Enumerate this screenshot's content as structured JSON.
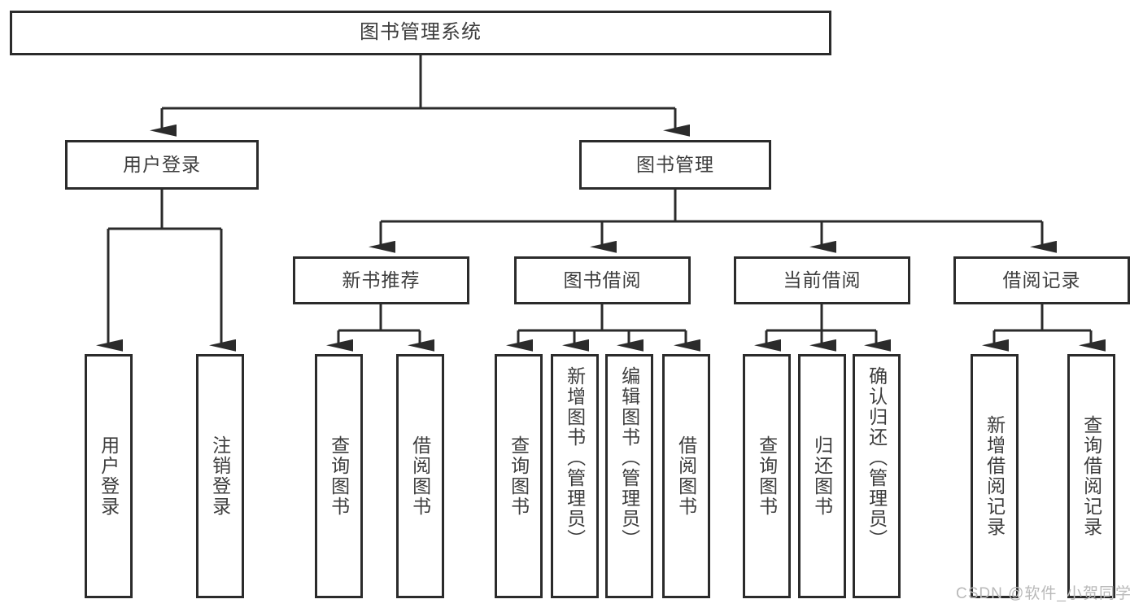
{
  "diagram": {
    "title": "图书管理系统",
    "watermark": "CSDN @软件_小贺同学",
    "line_color": "#2b2b2b",
    "text_color": "#3d3d3d",
    "background": "#ffffff",
    "watermark_color": "#b9b9b9"
  },
  "nodes": {
    "root": {
      "label": "图书管理系统"
    },
    "level1": [
      {
        "id": "user-login",
        "label": "用户登录"
      },
      {
        "id": "book-management",
        "label": "图书管理"
      }
    ],
    "level2": [
      {
        "id": "new-book-recommend",
        "label": "新书推荐"
      },
      {
        "id": "book-borrow",
        "label": "图书借阅"
      },
      {
        "id": "current-borrow",
        "label": "当前借阅"
      },
      {
        "id": "borrow-record",
        "label": "借阅记录"
      }
    ],
    "leaves": {
      "user_login": [
        {
          "id": "leaf-user-login",
          "label": "用户登录"
        },
        {
          "id": "leaf-user-logout",
          "label": "注销登录"
        }
      ],
      "new_book_recommend": [
        {
          "id": "leaf-query-book-1",
          "label": "查询图书"
        },
        {
          "id": "leaf-borrow-book-1",
          "label": "借阅图书"
        }
      ],
      "book_borrow": [
        {
          "id": "leaf-query-book-2",
          "label": "查询图书"
        },
        {
          "id": "leaf-add-book",
          "label": "新增图书（管理员）"
        },
        {
          "id": "leaf-edit-book",
          "label": "编辑图书（管理员）"
        },
        {
          "id": "leaf-borrow-book-2",
          "label": "借阅图书"
        }
      ],
      "current_borrow": [
        {
          "id": "leaf-query-book-3",
          "label": "查询图书"
        },
        {
          "id": "leaf-return-book",
          "label": "归还图书"
        },
        {
          "id": "leaf-confirm-return",
          "label": "确认归还（管理员）"
        }
      ],
      "borrow_record": [
        {
          "id": "leaf-add-record",
          "label": "新增借阅记录"
        },
        {
          "id": "leaf-query-record",
          "label": "查询借阅记录"
        }
      ]
    }
  }
}
